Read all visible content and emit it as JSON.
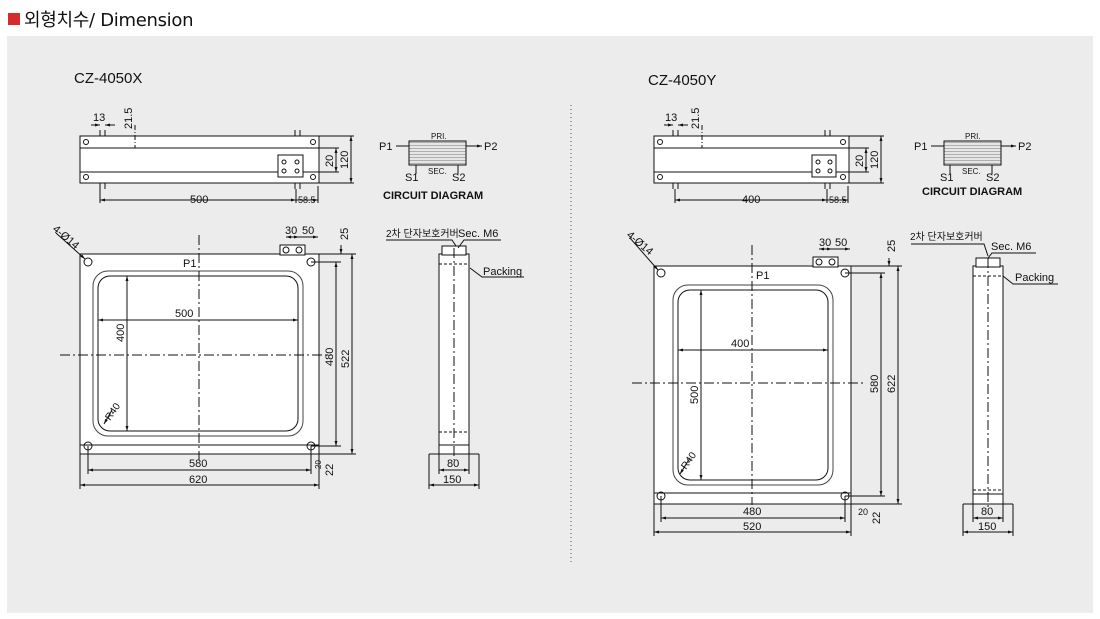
{
  "header": {
    "title": "외형치수/ Dimension"
  },
  "left": {
    "model": "CZ-4050X",
    "circuit": {
      "p1": "P1",
      "pri": "PRI.",
      "p2": "P2",
      "s1": "S1",
      "sec": "SEC.",
      "s2": "S2",
      "caption": "CIRCUIT DIAGRAM"
    },
    "top_view": {
      "d_13": "13",
      "d_21_5": "21.5",
      "d_20": "20",
      "d_120": "120",
      "d_width": "500",
      "d_58_5": "58.5"
    },
    "front": {
      "holes": "4-Ø14",
      "p1": "P1",
      "d_30": "30",
      "d_50": "50",
      "d_25": "25",
      "d_inner_w": "500",
      "d_inner_h": "400",
      "radius": "R40",
      "d_480": "480",
      "d_522": "522",
      "d_580": "580",
      "d_620": "620",
      "d_20": "20",
      "d_22": "22"
    },
    "side": {
      "cover": "2차 단자보호커버",
      "sec": "Sec. M6",
      "packing": "Packing",
      "d_80": "80",
      "d_150": "150"
    }
  },
  "right": {
    "model": "CZ-4050Y",
    "circuit": {
      "p1": "P1",
      "pri": "PRI.",
      "p2": "P2",
      "s1": "S1",
      "sec": "SEC.",
      "s2": "S2",
      "caption": "CIRCUIT DIAGRAM"
    },
    "top_view": {
      "d_13": "13",
      "d_21_5": "21.5",
      "d_20": "20",
      "d_120": "120",
      "d_width": "400",
      "d_58_5": "58.5"
    },
    "front": {
      "holes": "4-Ø14",
      "p1": "P1",
      "d_30": "30",
      "d_50": "50",
      "d_25": "25",
      "d_inner_w": "400",
      "d_inner_h": "500",
      "radius": "R40",
      "d_580": "580",
      "d_622": "622",
      "d_480": "480",
      "d_520": "520",
      "d_20": "20",
      "d_22": "22"
    },
    "side": {
      "cover": "2차 단자보호커버",
      "sec": "Sec. M6",
      "packing": "Packing",
      "d_80": "80",
      "d_150": "150"
    }
  }
}
